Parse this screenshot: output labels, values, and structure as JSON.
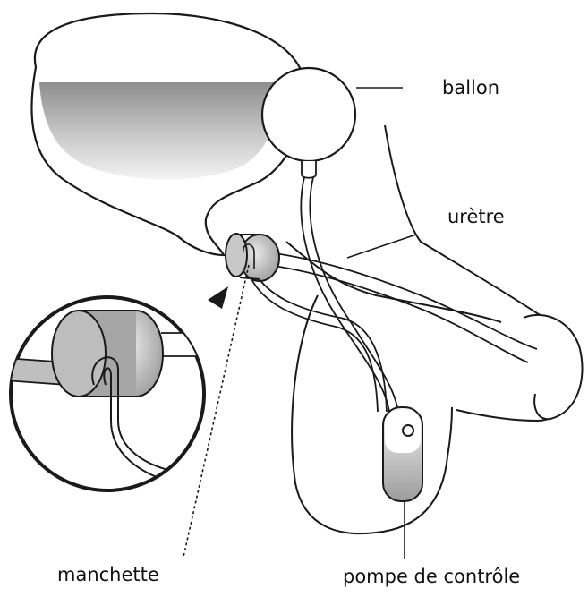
{
  "labels": {
    "balloon": "ballon",
    "urethra": "urètre",
    "cuff": "manchette",
    "pump": "pompe de contrôle"
  },
  "colors": {
    "outline": "#1a1a1a",
    "fill": "#ffffff",
    "shade_dark": "#9a9a9a",
    "shade_light": "#e4e4e4",
    "text": "#111111"
  }
}
